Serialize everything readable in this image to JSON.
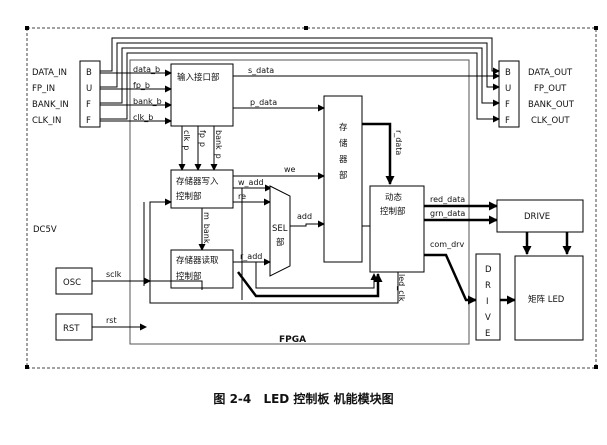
{
  "inputs": {
    "data_in": "DATA_IN",
    "fp_in": "FP_IN",
    "bank_in": "BANK_IN",
    "clk_in": "CLK_IN"
  },
  "outputs": {
    "data_out": "DATA_OUT",
    "fp_out": "FP_OUT",
    "bank_out": "BANK_OUT",
    "clk_out": "CLK_OUT"
  },
  "buf_letters": [
    "B",
    "U",
    "F",
    "F"
  ],
  "signals": {
    "data_b": "data_b",
    "fp_b": "fp_b",
    "bank_b": "bank_b",
    "clk_b": "clk_b",
    "s_data": "s_data",
    "p_data": "p_data",
    "clk_p1": "clk_p",
    "fp_p": "fp_p",
    "bank_p": "bank_p",
    "we": "we",
    "w_add": "w_add",
    "re": "re",
    "add": "add",
    "r_add": "r_add",
    "m_bank": "m_bank",
    "r_data": "r_data",
    "red_data": "red_data",
    "grn_data": "grn_data",
    "com_drv": "com_drv",
    "led_clk": "led_clk",
    "sclk": "sclk",
    "rst": "rst"
  },
  "blocks": {
    "input_if": "输入接口部",
    "mem": "存储器部",
    "mem_write": [
      "存储器写入",
      "控制部"
    ],
    "mem_read": [
      "存储器读取",
      "控制部"
    ],
    "sel": [
      "SEL",
      "部"
    ],
    "dyn": [
      "动态",
      "控制部"
    ],
    "drive": "DRIVE",
    "drive_v": "DRIVE",
    "matrix": "矩阵 LED",
    "osc": "OSC",
    "rst": "RST",
    "fpga": "FPGA",
    "dc5v": "DC5V"
  },
  "caption": {
    "fig": "图 2-4",
    "text": "LED 控制板  机能模块图"
  }
}
